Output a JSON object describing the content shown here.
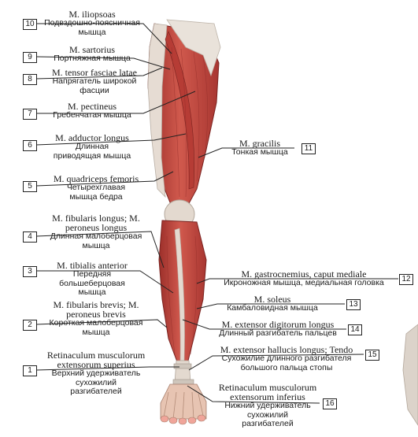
{
  "labels": [
    {
      "num": "10",
      "latin": "M. iliopsoas",
      "russian": "Подвздошно-поясничная мышца"
    },
    {
      "num": "9",
      "latin": "M. sartorius",
      "russian": "Портняжная мышца"
    },
    {
      "num": "8",
      "latin": "M. tensor fasciae latae",
      "russian": "Напрягатель широкой фасции"
    },
    {
      "num": "7",
      "latin": "M. pectineus",
      "russian": "Гребенчатая мышца"
    },
    {
      "num": "6",
      "latin": "M. adductor longus",
      "russian": "Длинная приводящая мышца"
    },
    {
      "num": "5",
      "latin": "M. quadriceps femoris",
      "russian": "Четырехглавая мышца бедра"
    },
    {
      "num": "4",
      "latin": "M. fibularis longus; M. peroneus longus",
      "russian": "Длинная малоберцовая мышца"
    },
    {
      "num": "3",
      "latin": "M. tibialis anterior",
      "russian": "Передняя большеберцовая мышца"
    },
    {
      "num": "2",
      "latin": "M. fibularis brevis; M. peroneus brevis",
      "russian": "Короткая малоберцовая мышца"
    },
    {
      "num": "1",
      "latin": "Retinaculum musculorum extensorum superius",
      "russian": "Верхний удерживатель сухожилий разгибателей"
    },
    {
      "num": "11",
      "latin": "M. gracilis",
      "russian": "Тонкая мышца"
    },
    {
      "num": "12",
      "latin": "M. gastrocnemius, caput mediale",
      "russian": "Икроножная мышца, медиальная головка"
    },
    {
      "num": "13",
      "latin": "M. soleus",
      "russian": "Камбаловидная мышца"
    },
    {
      "num": "14",
      "latin": "M. extensor digitorum longus",
      "russian": "Длинный разгибатель пальцев"
    },
    {
      "num": "15",
      "latin": "M. extensor hallucis longus; Tendo",
      "russian": "Сухожилие длинного разгибателя большого пальца стопы"
    },
    {
      "num": "16",
      "latin": "Retinaculum musculorum extensorum inferius",
      "russian": "Нижний удерживатель сухожилий разгибателей"
    }
  ],
  "colors": {
    "muscle": "#c4473f",
    "muscle_dark": "#8f2a27",
    "tendon": "#dcd6cf",
    "skin": "#f1b39a",
    "line": "#222222"
  }
}
